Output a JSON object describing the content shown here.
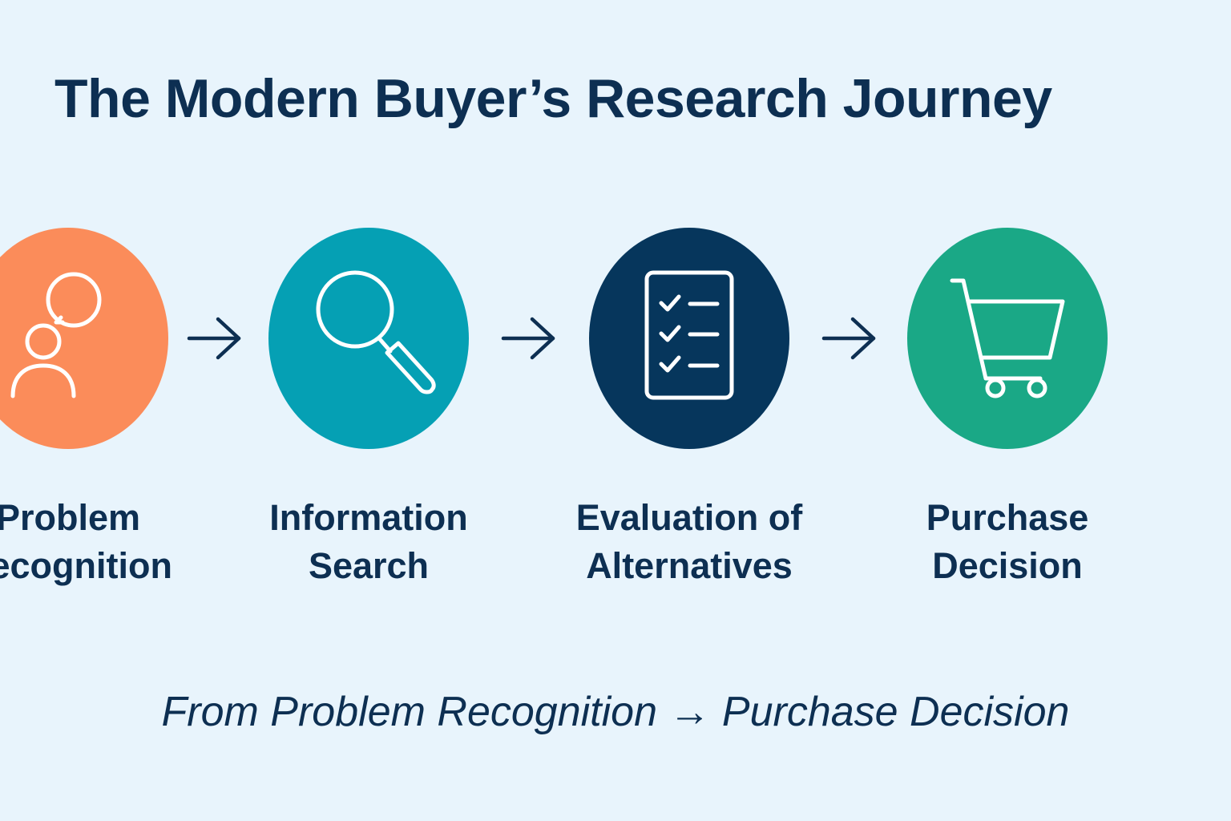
{
  "title": "The Modern Buyer’s Research Journey",
  "stages": [
    {
      "line1": "Problem",
      "line2": "Recognition",
      "icon": "person-thought-icon",
      "color": "#fb8c5a"
    },
    {
      "line1": "Information",
      "line2": "Search",
      "icon": "magnifier-icon",
      "color": "#05a0b4"
    },
    {
      "line1": "Evaluation of",
      "line2": "Alternatives",
      "icon": "checklist-icon",
      "color": "#06365c"
    },
    {
      "line1": "Purchase",
      "line2": "Decision",
      "icon": "cart-icon",
      "color": "#1aa886"
    }
  ],
  "tagline": "From Problem Recognition → Purchase Decision",
  "colors": {
    "background": "#e8f4fc",
    "text": "#0d2f52",
    "arrow": "#0d2f52",
    "icon_stroke": "#ffffff"
  }
}
